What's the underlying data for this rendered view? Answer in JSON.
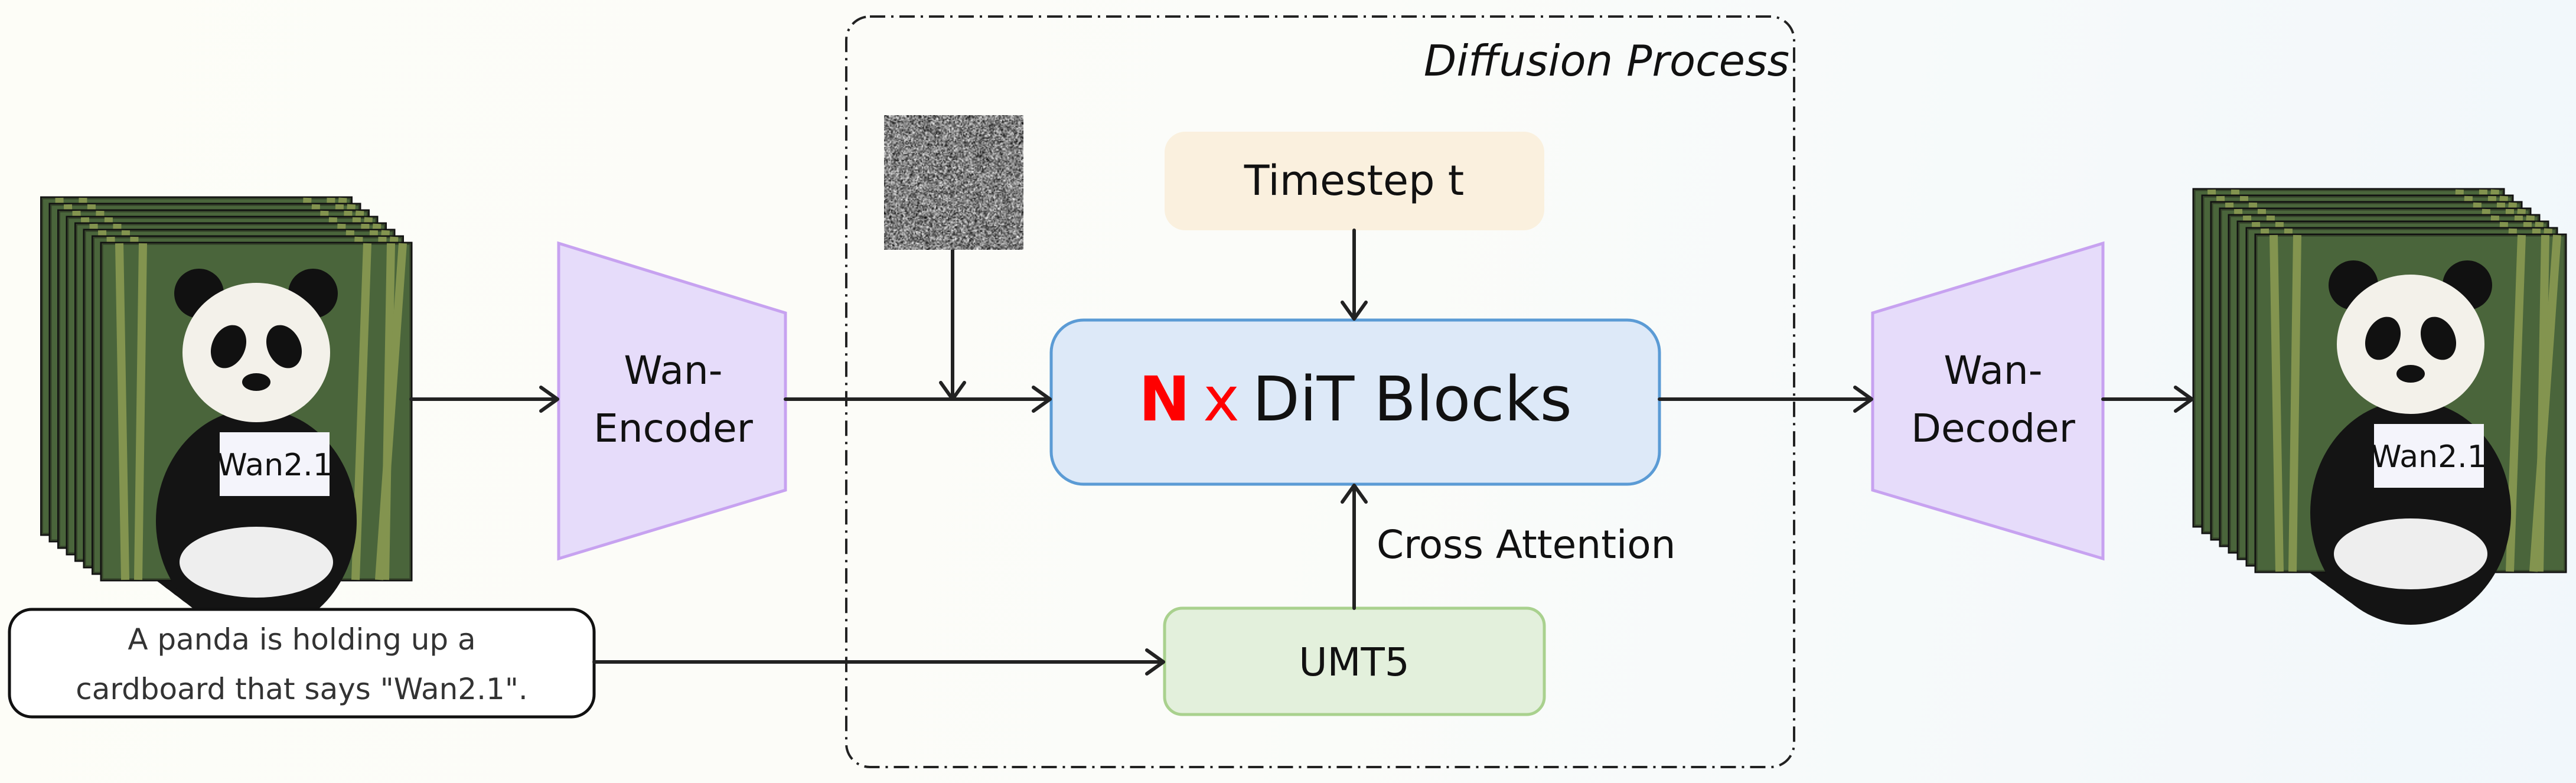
{
  "diffusion_box": {
    "title": "Diffusion Process"
  },
  "encoder": {
    "line1": "Wan-",
    "line2": "Encoder"
  },
  "decoder": {
    "line1": "Wan-",
    "line2": "Decoder"
  },
  "timestep": {
    "label": "Timestep t"
  },
  "dit": {
    "count": "N",
    "times": "x",
    "label": "DiT Blocks"
  },
  "cross_attention": {
    "label": "Cross Attention"
  },
  "text_encoder": {
    "label": "UMT5"
  },
  "prompt": {
    "line1": "A panda is holding up a",
    "line2": "cardboard that says \"Wan2.1\"."
  },
  "video_frames": {
    "sign_text": "Wan2.1"
  },
  "colors": {
    "dit_fill": "#dde9f8",
    "dit_border": "#5b9bd5",
    "timestep_fill": "#faf0de",
    "umt5_fill": "#e3f0dc",
    "umt5_border": "#a9d18e",
    "vae_fill": "#e6dcfa",
    "vae_border": "#c7a2f0",
    "highlight": "#ff0000"
  }
}
